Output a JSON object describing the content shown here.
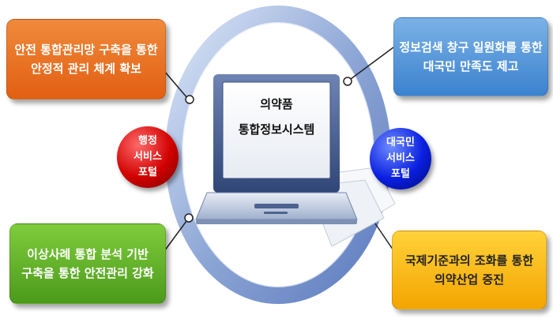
{
  "diagram": {
    "center": {
      "label": "의약품\n통합정보시스템"
    },
    "left_ball": {
      "label": "행정\n서비스\n포털",
      "color": "#d10000"
    },
    "right_ball": {
      "label": "대국민\n서비스\n포털",
      "color": "#0a1fe0"
    },
    "boxes": {
      "top_left": {
        "text": "안전 통합관리망 구축을 통한\n안정적 관리 체계 확보",
        "color": "#e8701f"
      },
      "top_right": {
        "text": "정보검색 창구 일원화를 통한\n대국민 만족도 제고",
        "color": "#4a8fd6"
      },
      "bottom_left": {
        "text": "이상사례 통합 분석 기반\n구축을 통한 안전관리 강화",
        "color": "#5aaa22"
      },
      "bottom_right": {
        "text": "국제기준과의 조화를 통한\n의약산업 증진",
        "color": "#f7b300"
      }
    }
  }
}
